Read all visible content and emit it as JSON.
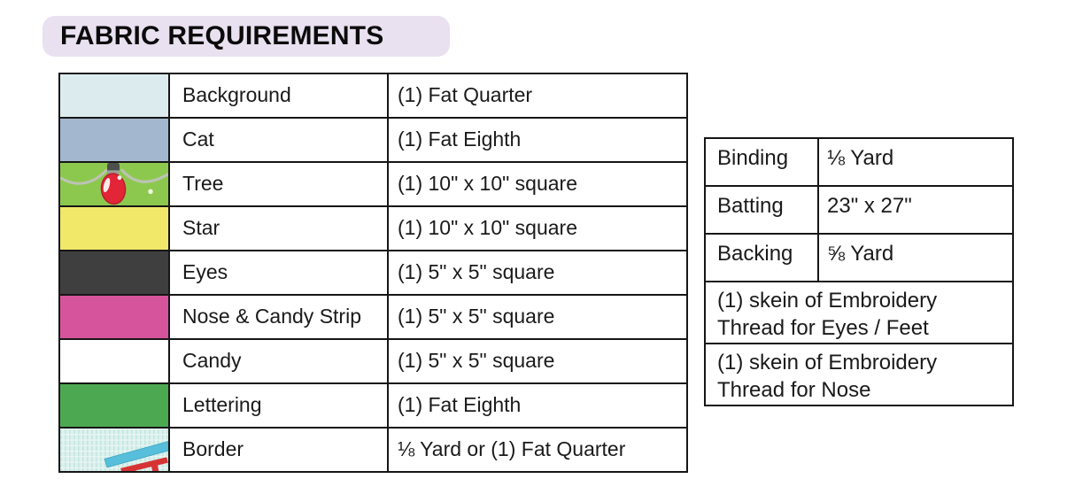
{
  "header": {
    "title": "FABRIC REQUIREMENTS",
    "bg_color": "#e9e0f0"
  },
  "fabric_table": {
    "rows": [
      {
        "name": "Background",
        "quantity": "(1) Fat Quarter",
        "swatch_color": "#dcecee"
      },
      {
        "name": "Cat",
        "quantity": "(1) Fat Eighth",
        "swatch_color": "#a3b8ce"
      },
      {
        "name": "Tree",
        "quantity": "(1) 10\" x 10\" square",
        "swatch_color": "#8dc84e"
      },
      {
        "name": "Star",
        "quantity": "(1) 10\" x 10\" square",
        "swatch_color": "#f1e869"
      },
      {
        "name": "Eyes",
        "quantity": "(1) 5\" x 5\" square",
        "swatch_color": "#3f3f3f"
      },
      {
        "name": "Nose & Candy Strip",
        "quantity": "(1) 5\" x 5\" square",
        "swatch_color": "#d6549c"
      },
      {
        "name": "Candy",
        "quantity": "(1) 5\" x 5\" square",
        "swatch_color": "#ffffff"
      },
      {
        "name": "Lettering",
        "quantity": "(1) Fat Eighth",
        "swatch_color": "#4ca952"
      },
      {
        "name": "Border",
        "quantity": "⅛ Yard or (1) Fat Quarter",
        "swatch_color": "#d9efec"
      }
    ]
  },
  "notions_table": {
    "rows": [
      {
        "name": "Binding",
        "value": "⅛ Yard"
      },
      {
        "name": "Batting",
        "value": "23\" x 27\""
      },
      {
        "name": "Backing",
        "value": "⅝ Yard"
      }
    ],
    "notes": [
      {
        "lines": [
          "(1) skein of Embroidery",
          "Thread for Eyes / Feet"
        ]
      },
      {
        "lines": [
          "(1) skein of Embroidery",
          "Thread for Nose"
        ]
      }
    ]
  }
}
